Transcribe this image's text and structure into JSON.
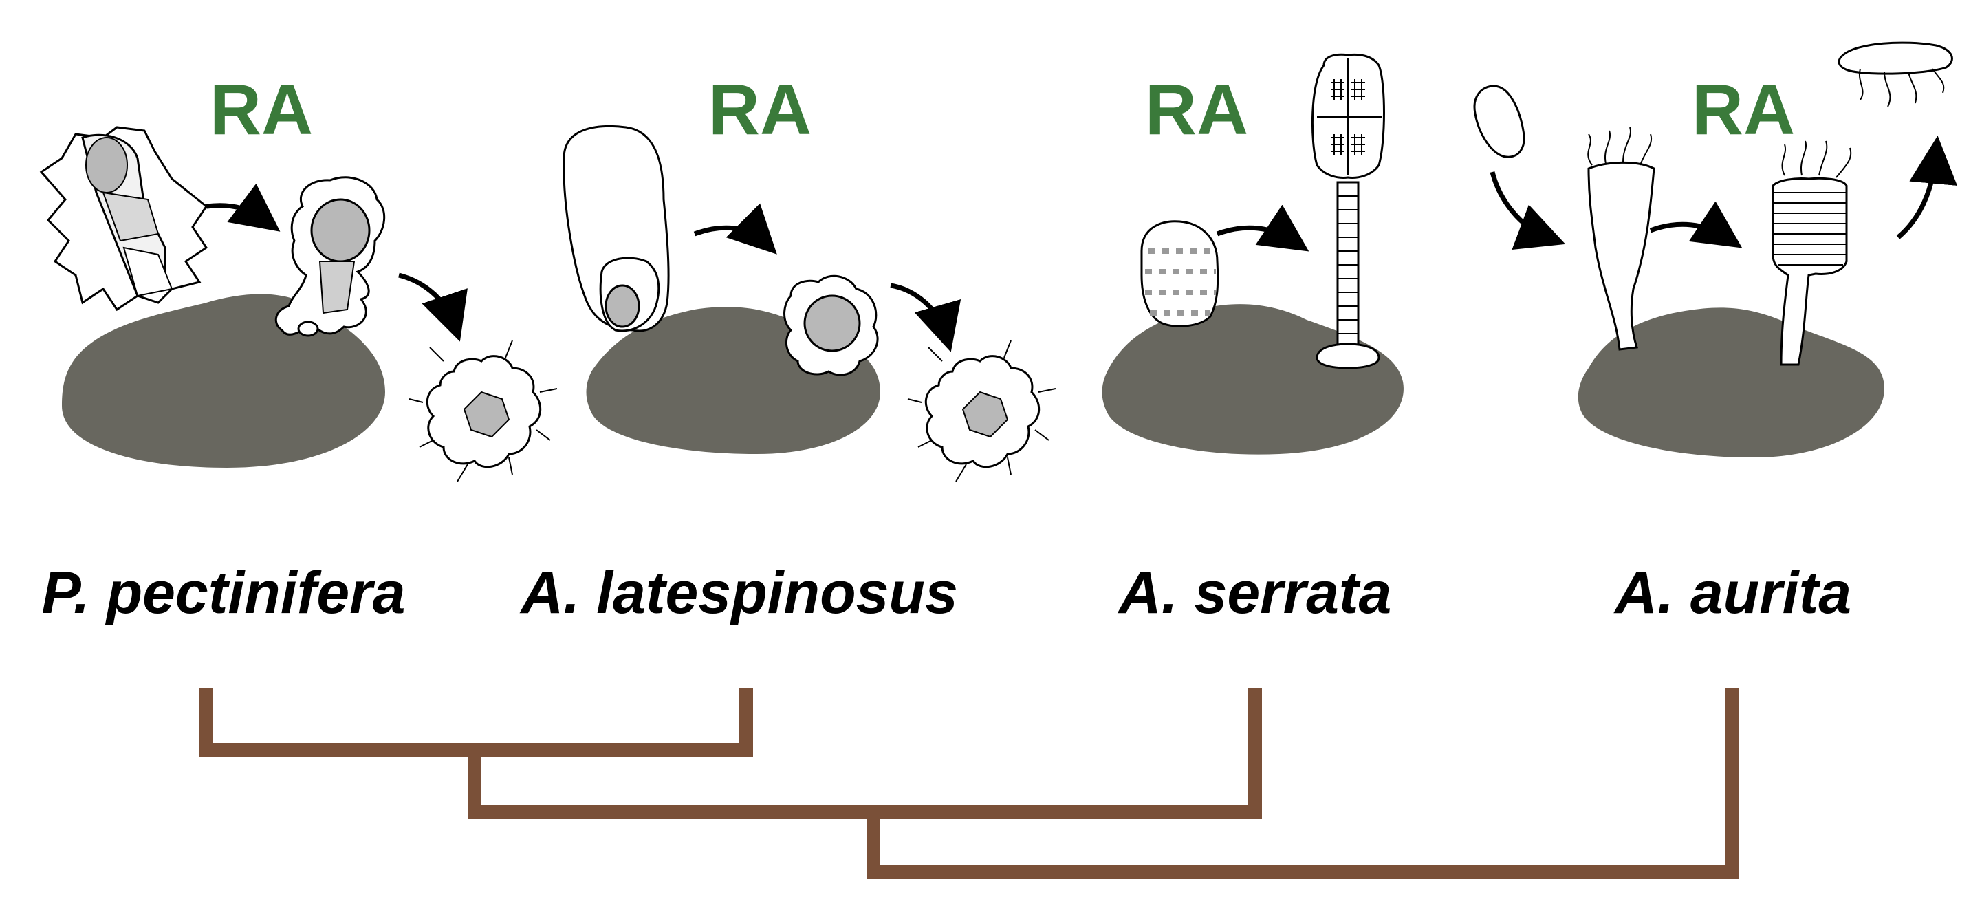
{
  "colors": {
    "ra_label": "#3a7a3a",
    "rock": "#68675f",
    "tree": "#7a5038",
    "outline": "#000000",
    "tissue_gray": "#b8b8b8"
  },
  "panels": [
    {
      "ra_label": "RA",
      "species": "P. pectinifera"
    },
    {
      "ra_label": "RA",
      "species": "A. latespinosus"
    },
    {
      "ra_label": "RA",
      "species": "A. serrata"
    },
    {
      "ra_label": "RA",
      "species": "A. aurita"
    }
  ],
  "phylogeny": {
    "tips": [
      "P. pectinifera",
      "A. latespinosus",
      "A. serrata",
      "A. aurita"
    ]
  }
}
